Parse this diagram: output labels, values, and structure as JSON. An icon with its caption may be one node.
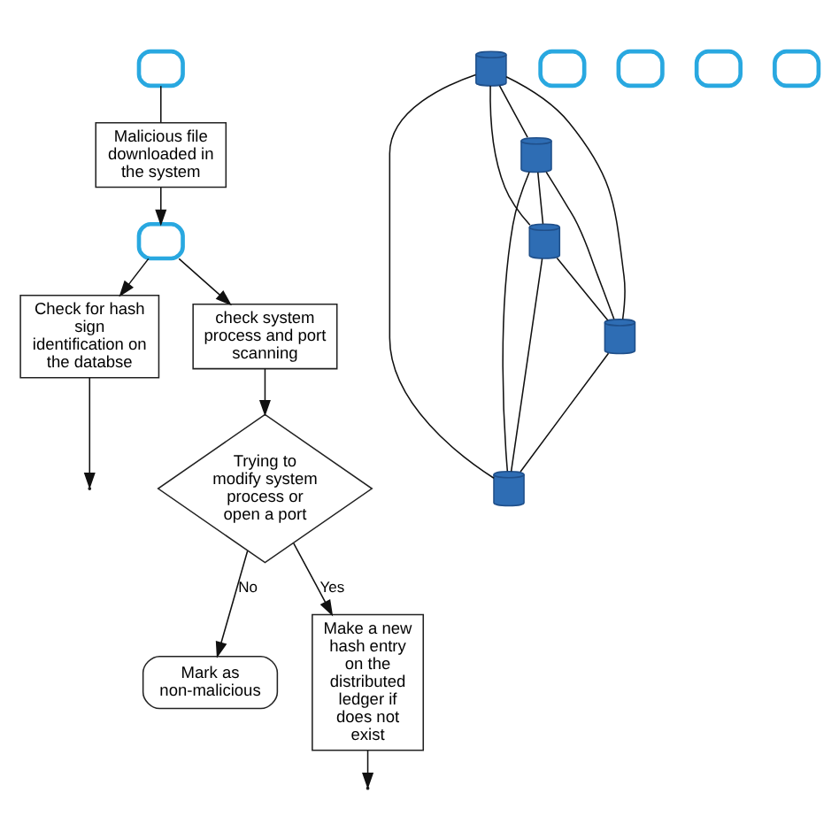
{
  "diagram": {
    "nodes": [
      {
        "text": [
          "Check for hash sign identification on the databse"
        ]
      },
      {
        "text": [],
        "shape": "computer"
      },
      {
        "text": [
          "Malicious file downloaded in the system"
        ]
      },
      {
        "text": [],
        "shape": "computer"
      },
      {
        "text": [
          "check system process and port scanning"
        ]
      },
      {
        "text": [
          "Trying to modify system process or open a port"
        ]
      },
      {
        "text": [
          "Mark as non-malicious"
        ]
      },
      {
        "text": [
          "Make a new hash entry on the distributed ledger if does not exist"
        ]
      },
      {
        "text": [],
        "shape": "cylinder"
      },
      {
        "text": [],
        "shape": "computer"
      },
      {
        "text": [],
        "shape": "cylinder"
      },
      {
        "text": [],
        "shape": "cylinder"
      },
      {
        "text": [],
        "shape": "computer"
      },
      {
        "text": [],
        "shape": "cylinder"
      },
      {
        "text": [],
        "shape": "cylinder"
      },
      {
        "text": [],
        "shape": "computer"
      },
      {
        "text": [],
        "shape": "computer"
      }
    ],
    "edges": [
      {
        "from": 1,
        "to": 2,
        "arrow": "none"
      },
      {
        "from": 2,
        "to": 3,
        "arrow": "to"
      },
      {
        "from": 3,
        "to": 0,
        "arrow": "to"
      },
      {
        "from": 0,
        "to": null,
        "arrow": "to"
      },
      {
        "from": 3,
        "to": 4,
        "arrow": "to"
      },
      {
        "from": 4,
        "to": 5,
        "arrow": "to"
      },
      {
        "from": 5,
        "to": 6,
        "arrow": "to",
        "label": "No"
      },
      {
        "from": 5,
        "to": 7,
        "arrow": "to",
        "label": "Yes"
      },
      {
        "from": 7,
        "to": null,
        "arrow": "to"
      },
      {
        "from": 8,
        "to": 10,
        "arrow": "none"
      },
      {
        "from": 8,
        "to": 11,
        "arrow": "none"
      },
      {
        "from": 8,
        "to": 13,
        "arrow": "none"
      },
      {
        "from": 8,
        "to": 14,
        "arrow": "none"
      },
      {
        "from": 10,
        "to": 11,
        "arrow": "none"
      },
      {
        "from": 10,
        "to": 13,
        "arrow": "none"
      },
      {
        "from": 10,
        "to": 14,
        "arrow": "none"
      },
      {
        "from": 11,
        "to": 13,
        "arrow": "none"
      },
      {
        "from": 11,
        "to": 14,
        "arrow": "none"
      },
      {
        "from": 13,
        "to": 14,
        "arrow": "none"
      }
    ]
  }
}
